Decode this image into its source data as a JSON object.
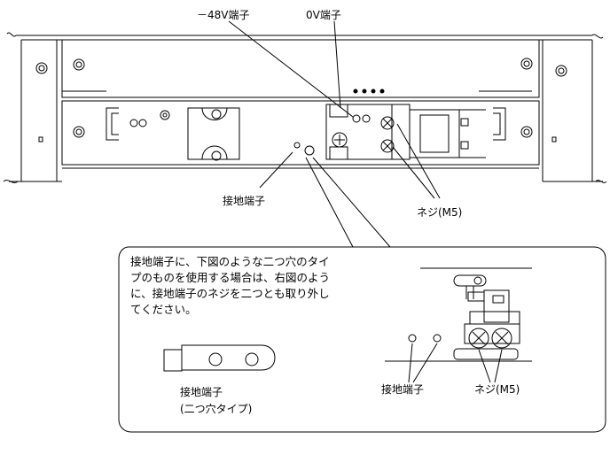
{
  "labels": {
    "minus48v_terminal": "－48V端子",
    "zero_v_terminal": "0V端子",
    "ground_terminal": "接地端子",
    "screw_m5": "ネジ(M5)",
    "note": "接地端子に、下図のような二つ穴のタイプのものを使用する場合は、右図のように、接地端子のネジを二つとも取り外してください。",
    "lug_caption_line1": "接地端子",
    "lug_caption_line2": "(二つ穴タイプ)",
    "detail_ground_terminal": "接地端子",
    "detail_screw_m5": "ネジ(M5)"
  },
  "colors": {
    "line": "#000000",
    "background": "#ffffff"
  }
}
